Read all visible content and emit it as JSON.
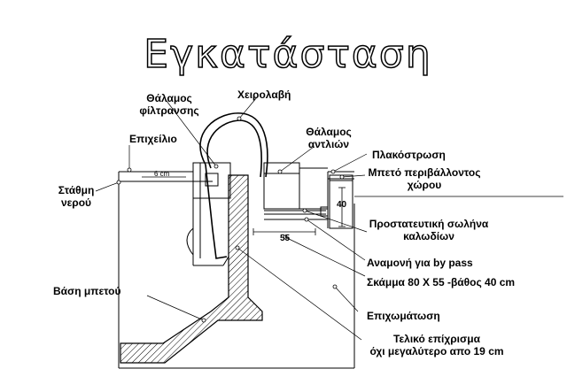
{
  "title": "Εγκατάσταση",
  "labels": {
    "filter_chamber": "Θάλαμος\nφίλτρανσης",
    "handle": "Χειρολαβή",
    "pump_chamber": "Θάλαμος\nαντλιών",
    "skimmer_lip": "Επιχείλιο",
    "tiling": "Πλακόστρωση",
    "surrounding_concrete": "Μπετό περιβάλλοντος\nχώρου",
    "water_level": "Στάθμη\nνερού",
    "protective_conduit": "Προστατευτική σωλήνα\nκαλωδίων",
    "bypass_provision": "Αναμονή για by pass",
    "excavation": "Σκάμμα 80 X 55 -βάθος 40 cm",
    "concrete_base": "Βάση μπετού",
    "backfill": "Επιχωμάτωση",
    "final_plaster": "Τελικό επίχρισμα\nόχι μεγαλύτερο απο 19 cm"
  },
  "dimensions": {
    "width_55": "55",
    "depth_40": "40",
    "offset_6cm": "6 cm"
  },
  "colors": {
    "line": "#000000",
    "background": "#ffffff",
    "hatch": "#000000"
  }
}
